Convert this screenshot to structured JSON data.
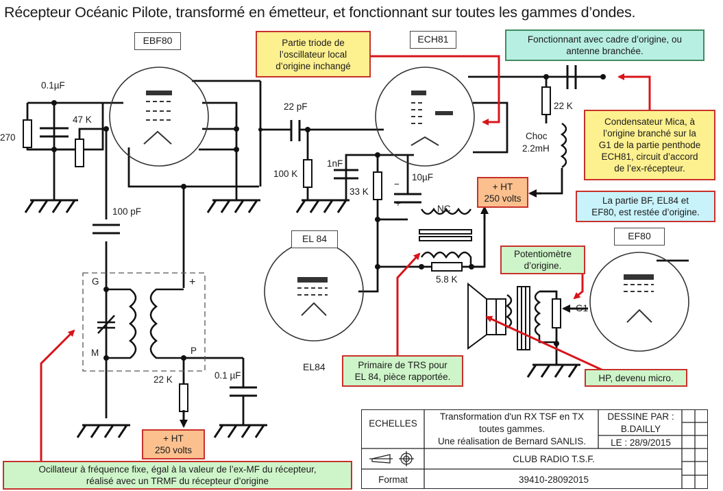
{
  "title": "Récepteur Océanic Pilote, transformé en émetteur, et fonctionnant sur toutes les gammes d’ondes.",
  "tubes": {
    "ebf80": "EBF80",
    "ech81": "ECH81",
    "el84_box": "EL 84",
    "el84_label": "EL84",
    "ef80": "EF80"
  },
  "components": {
    "c_01uf_top": "0.1µF",
    "r_270": "270",
    "r_47k": "47 K",
    "c_100pf": "100 pF",
    "c_22pf": "22 pF",
    "r_100k": "100 K",
    "c_1nf": "1nF",
    "r_33k": "33 K",
    "c_10uf": "10µF",
    "c_10uf_minus": "−",
    "c_10uf_plus": "+",
    "r_22k_top": "22 K",
    "choke": "Choc",
    "choke_value": "2.2mH",
    "nc": "NC",
    "r_5_8k": "5.8 K",
    "g1": "G1",
    "trmf_g": "G",
    "trmf_m": "M",
    "trmf_plus": "+",
    "trmf_p": "P",
    "r_22k_bottom": "22 K",
    "c_01uf_bottom": "0.1 µF"
  },
  "notes": {
    "triode": [
      "Partie triode de",
      "l’oscillateur local",
      "d’origine inchangé"
    ],
    "antenna": [
      "Fonctionnant avec cadre d’origine, ou",
      "antenne branchée."
    ],
    "mica": [
      "Condensateur Mica, à",
      "l’origine  branché sur la",
      "G1 de la partie penthode",
      "ECH81, circuit d’accord",
      "de l’ex-récepteur."
    ],
    "bf": [
      "La partie BF, EL84 et",
      "EF80, est restée d’origine."
    ],
    "ht_top": [
      "+ HT",
      "250 volts"
    ],
    "pot": [
      "Potentiomètre",
      "d’origine."
    ],
    "trs": [
      "Primaire de TRS pour",
      "EL 84, pièce rapportée."
    ],
    "hp": "HP, devenu micro.",
    "ht_bottom": [
      "+ HT",
      "250 volts"
    ],
    "oscillator": [
      "Ocillateur à fréquence fixe, égal à la valeur de l’ex-MF du récepteur,",
      "réalisé avec un TRMF du récepteur d’origine"
    ]
  },
  "title_block": {
    "echelles": "ECHELLES",
    "description": [
      "Transformation d'un RX TSF en TX",
      "toutes gammes.",
      "Une réalisation de Bernard SANLIS."
    ],
    "dessine_par": "DESSINE PAR :",
    "author": "B.DAILLY",
    "date": "LE : 28/9/2015",
    "club": "CLUB  RADIO  T.S.F.",
    "format_label": "Format",
    "reference": "39410-28092015",
    "projection_icon": "first-angle-projection-icon"
  },
  "colors": {
    "wire": "#111111",
    "callout_arrow": "#d8141b",
    "note_border": "#c8302a"
  }
}
